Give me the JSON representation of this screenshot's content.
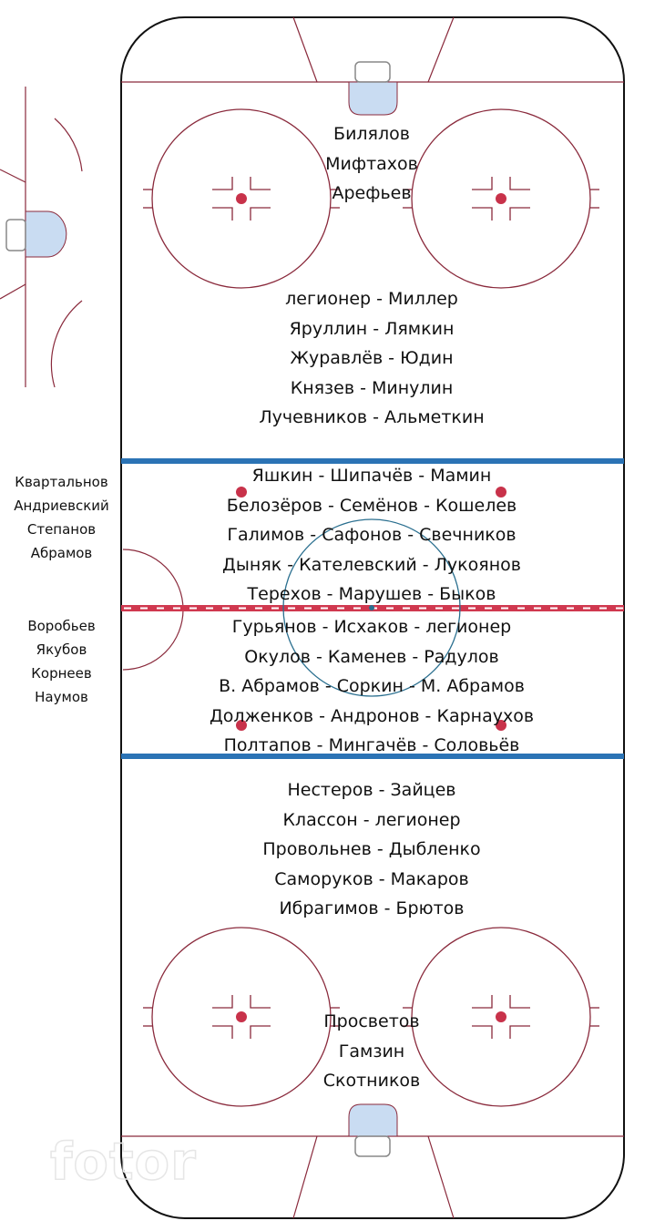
{
  "top_goalies": [
    "Билялов",
    "Мифтахов",
    "Арефьев"
  ],
  "top_defense": [
    "легионер - Миллер",
    "Яруллин - Лямкин",
    "Журавлёв - Юдин",
    "Князев - Минулин",
    "Лучевников - Альметкин"
  ],
  "forwards_upper": [
    "Яшкин - Шипачёв - Мамин",
    "Белозёров - Семёнов - Кошелев",
    "Галимов - Сафонов - Свечников",
    "Дыняк - Кателевский - Лукоянов",
    "Терехов - Марушев - Быков"
  ],
  "forwards_lower": [
    "Гурьянов - Исхаков - легионер",
    "Окулов - Каменев - Радулов",
    "В. Абрамов - Соркин - М. Абрамов",
    "Долженков - Андронов - Карнаухов",
    "Полтапов - Мингачёв - Соловьёв"
  ],
  "bottom_defense": [
    "Нестеров - Зайцев",
    "Классон - легионер",
    "Провольнев - Дыбленко",
    "Саморуков - Макаров",
    "Ибрагимов - Брютов"
  ],
  "bottom_goalies": [
    "Просветов",
    "Гамзин",
    "Скотников"
  ],
  "side_group_1": [
    "Квартальнов",
    "Андриевский",
    "Степанов",
    "Абрамов"
  ],
  "side_group_2": [
    "Воробьев",
    "Якубов",
    "Корнеев",
    "Наумов"
  ],
  "watermark": "fotor",
  "colors": {
    "board": "#111111",
    "ice_line": "#8a2a3c",
    "blue_line": "#2b73b5",
    "center_line": "#d0384f",
    "crease": "#c9dcf2",
    "dot": "#c8324a",
    "center_circle": "#2a6f8f"
  }
}
